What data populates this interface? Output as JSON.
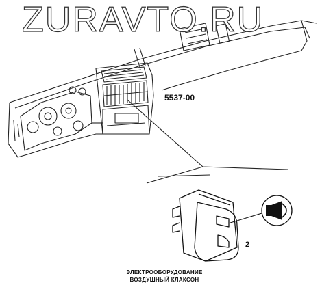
{
  "watermark": "ZURAVTO.RU",
  "corner_mark": "~",
  "part_code": "5537-00",
  "item_number": "2",
  "caption": {
    "line1": "ЭЛЕКТРООБОРУДОВАНИЕ",
    "line2": "ВОЗДУШНЫЙ КЛАКСОН"
  },
  "icons": {
    "horn_symbol": "air-horn-icon"
  }
}
